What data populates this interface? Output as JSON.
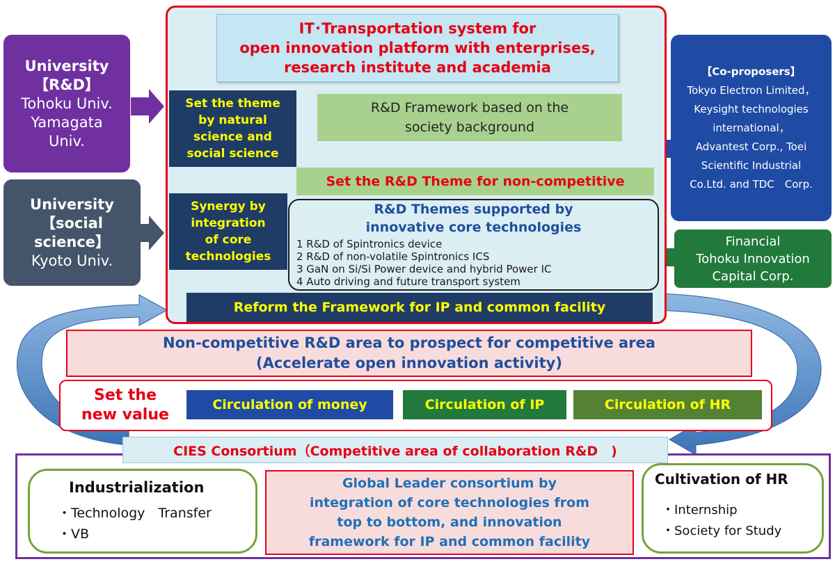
{
  "title": {
    "line1": "IT･Transportation system for",
    "line2": "open innovation platform with enterprises,",
    "line3": "research institute and academia"
  },
  "univ_rd": {
    "head1": "University",
    "head2": "【R&D】",
    "line1": "Tohoku Univ.",
    "line2": "Yamagata",
    "line3": "Univ."
  },
  "univ_social": {
    "head1": "University",
    "head2": "【social",
    "head3": "science】",
    "line1": "Kyoto Univ."
  },
  "coproposers": {
    "head": "【Co-proposers】",
    "lines": [
      "Tokyo Electron Limited，",
      "Keysight technologies",
      "international，",
      "Advantest Corp., Toei",
      "Scientific Industrial",
      "Co.Ltd. and TDC　Corp."
    ]
  },
  "financial": {
    "line1": "Financial",
    "line2": "Tohoku Innovation",
    "line3": "Capital Corp."
  },
  "theme_box": {
    "lines": [
      "Set the theme",
      "by natural",
      "science and",
      "social science"
    ]
  },
  "framework_box": {
    "line1": "R&D Framework  based on the",
    "line2": "society background"
  },
  "set_theme": "Set the R&D Theme for non-competitive",
  "synergy_box": {
    "lines": [
      "Synergy by",
      "integration",
      "of core",
      "technologies"
    ]
  },
  "themes": {
    "head1": "R&D Themes supported by",
    "head2": "innovative core technologies",
    "items": [
      "1 R&D of Spintronics device",
      "2 R&D of non-volatile Spintronics ICS",
      "3 GaN on Si/Si Power device and hybrid Power IC",
      "4 Auto driving and future transport system"
    ]
  },
  "reform": "Reform the Framework for IP and common facility",
  "noncomp": {
    "line1": "Non-competitive R&D area to prospect for competitive area",
    "line2": "(Accelerate open innovation activity)"
  },
  "value": {
    "label1": "Set the",
    "label2": "new value",
    "money": "Circulation of money",
    "ip": "Circulation of IP",
    "hr": "Circulation of HR"
  },
  "cies": "CIES Consortium（Competitive area of collaboration R&D　)",
  "industrialization": {
    "head": "Industrialization",
    "item1": "・Technology　Transfer",
    "item2": "・VB"
  },
  "global": {
    "lines": [
      "Global Leader consortium by",
      "integration of core technologies from",
      "top to bottom, and innovation",
      "framework for IP and common facility"
    ]
  },
  "cultivation": {
    "head": "Cultivation of HR",
    "item1": "・Internship",
    "item2": "・Society for Study"
  },
  "colors": {
    "red_border": "#e8001c",
    "red_text": "#e60012",
    "blue_text": "#1f4e9e",
    "navy_box": "#1f3c66",
    "yellow_text": "#ffff00",
    "light_green": "#a9d18e",
    "light_blue_bg": "#dbeef4",
    "purple": "#7030a0",
    "slate": "#44546a",
    "royal_blue": "#1f4ba5",
    "dark_green": "#217a3c",
    "olive_green": "#548235",
    "pink_bg": "#f8dcdc"
  }
}
